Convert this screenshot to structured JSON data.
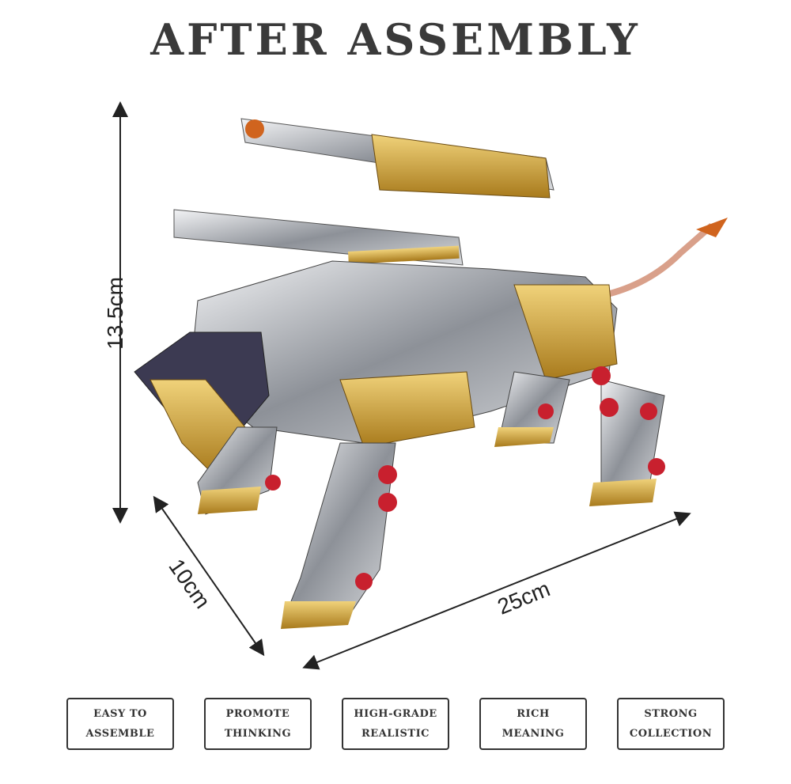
{
  "title": "AFTER ASSEMBLY",
  "dimensions": {
    "height": "13.5cm",
    "width": "10cm",
    "length": "25cm"
  },
  "features": [
    {
      "line1": "EASY TO",
      "line2": "ASSEMBLE"
    },
    {
      "line1": "PROMOTE",
      "line2": "THINKING"
    },
    {
      "line1": "HIGH-GRADE",
      "line2": "REALISTIC"
    },
    {
      "line1": "RICH",
      "line2": "MEANING"
    },
    {
      "line1": "STRONG",
      "line2": "COLLECTION"
    }
  ],
  "colors": {
    "gold": "#c9a23a",
    "silver": "#b8bcc2",
    "red": "#c8202e",
    "copper": "#d0641e"
  }
}
